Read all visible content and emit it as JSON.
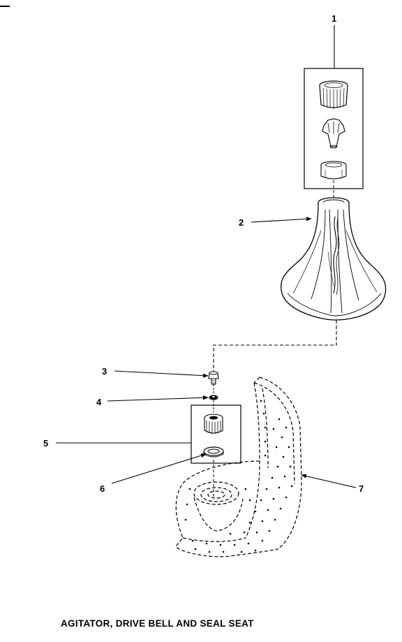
{
  "caption": "AGITATOR, DRIVE BELL AND SEAL SEAT",
  "callouts": [
    {
      "id": "1",
      "label": "1"
    },
    {
      "id": "2",
      "label": "2"
    },
    {
      "id": "3",
      "label": "3"
    },
    {
      "id": "4",
      "label": "4"
    },
    {
      "id": "5",
      "label": "5"
    },
    {
      "id": "6",
      "label": "6"
    },
    {
      "id": "7",
      "label": "7"
    }
  ],
  "colors": {
    "ink": "#000000",
    "paper": "#ffffff"
  }
}
